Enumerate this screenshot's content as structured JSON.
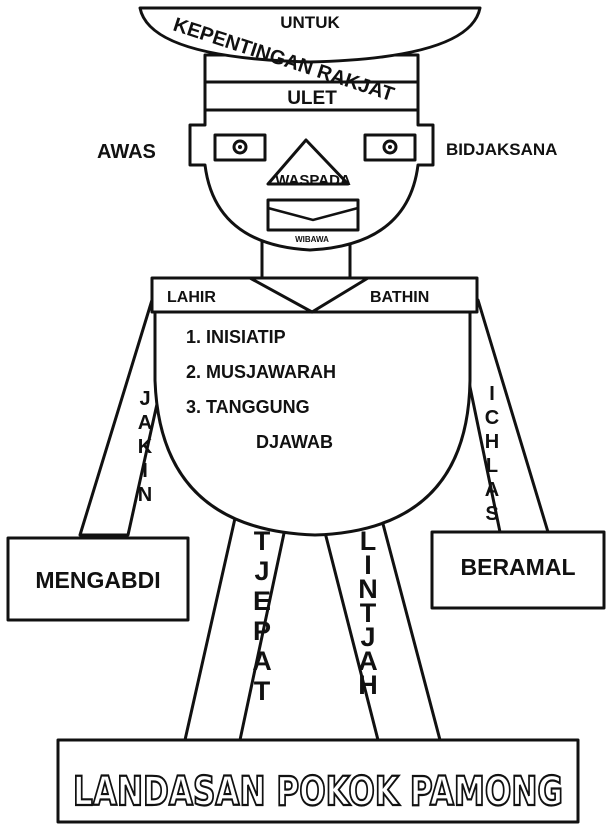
{
  "hat": {
    "top_text": "UNTUK",
    "arc_text": "KEPENTINGAN RAKJAT",
    "band_text": "ULET"
  },
  "face": {
    "left_label": "AWAS",
    "right_label": "BIDJAKSANA",
    "nose_label": "WASPADA",
    "mouth_label": "WIBAWA"
  },
  "collar": {
    "left": "LAHIR",
    "right": "BATHIN"
  },
  "chest": {
    "items": [
      "1. INISIATIP",
      "2. MUSJAWARAH",
      "3. TANGGUNG",
      "DJAWAB"
    ]
  },
  "arms": {
    "left_label": "JAKIN",
    "right_label": "ICHLAS"
  },
  "hands": {
    "left": "MENGABDI",
    "right": "BERAMAL"
  },
  "legs": {
    "left_label": "TJEPAT",
    "right_label": "LINTJAH"
  },
  "base": {
    "text": "LANDASAN POKOK PAMONG"
  }
}
